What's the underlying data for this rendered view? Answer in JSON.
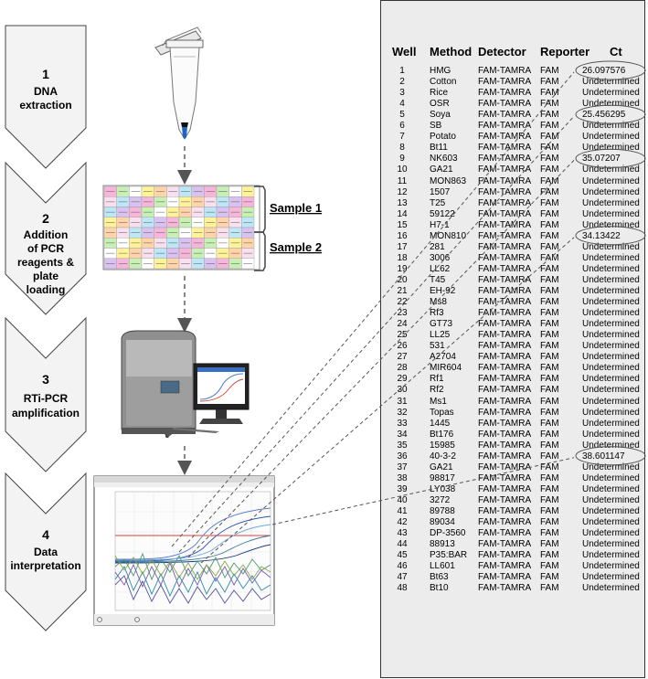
{
  "steps": [
    {
      "num": "1",
      "lines": [
        "DNA",
        "extraction"
      ]
    },
    {
      "num": "2",
      "lines": [
        "Addition",
        "of PCR",
        "reagents &",
        "plate",
        "loading"
      ]
    },
    {
      "num": "3",
      "lines": [
        "RTi-PCR",
        "amplification"
      ]
    },
    {
      "num": "4",
      "lines": [
        "Data",
        "interpretation"
      ]
    }
  ],
  "samples": [
    "Sample 1",
    "Sample 2"
  ],
  "table": {
    "headers": {
      "well": "Well",
      "method": "Method",
      "detector": "Detector",
      "reporter": "Reporter",
      "ct": "Ct"
    },
    "rows": [
      {
        "well": "1",
        "method": "HMG",
        "detector": "FAM-TAMRA",
        "reporter": "FAM",
        "ct": "26.097576"
      },
      {
        "well": "2",
        "method": "Cotton",
        "detector": "FAM-TAMRA",
        "reporter": "FAM",
        "ct": "Undetermined"
      },
      {
        "well": "3",
        "method": "Rice",
        "detector": "FAM-TAMRA",
        "reporter": "FAM",
        "ct": "Undetermined"
      },
      {
        "well": "4",
        "method": "OSR",
        "detector": "FAM-TAMRA",
        "reporter": "FAM",
        "ct": "Undetermined"
      },
      {
        "well": "5",
        "method": "Soya",
        "detector": "FAM-TAMRA",
        "reporter": "FAM",
        "ct": "25.456295"
      },
      {
        "well": "6",
        "method": "SB",
        "detector": "FAM-TAMRA",
        "reporter": "FAM",
        "ct": "Undetermined"
      },
      {
        "well": "7",
        "method": "Potato",
        "detector": "FAM-TAMRA",
        "reporter": "FAM",
        "ct": "Undetermined"
      },
      {
        "well": "8",
        "method": "Bt11",
        "detector": "FAM-TAMRA",
        "reporter": "FAM",
        "ct": "Undetermined"
      },
      {
        "well": "9",
        "method": "NK603",
        "detector": "FAM-TAMRA",
        "reporter": "FAM",
        "ct": "35.07207"
      },
      {
        "well": "10",
        "method": "GA21",
        "detector": "FAM-TAMRA",
        "reporter": "FAM",
        "ct": "Undetermined"
      },
      {
        "well": "11",
        "method": "MON863",
        "detector": "FAM-TAMRA",
        "reporter": "FAM",
        "ct": "Undetermined"
      },
      {
        "well": "12",
        "method": "1507",
        "detector": "FAM-TAMRA",
        "reporter": "FAM",
        "ct": "Undetermined"
      },
      {
        "well": "13",
        "method": "T25",
        "detector": "FAM-TAMRA",
        "reporter": "FAM",
        "ct": "Undetermined"
      },
      {
        "well": "14",
        "method": "59122",
        "detector": "FAM-TAMRA",
        "reporter": "FAM",
        "ct": "Undetermined"
      },
      {
        "well": "15",
        "method": "H7-1",
        "detector": "FAM-TAMRA",
        "reporter": "FAM",
        "ct": "Undetermined"
      },
      {
        "well": "16",
        "method": "MON810",
        "detector": "FAM-TAMRA",
        "reporter": "FAM",
        "ct": "34.13422"
      },
      {
        "well": "17",
        "method": "281",
        "detector": "FAM-TAMRA",
        "reporter": "FAM",
        "ct": "Undetermined"
      },
      {
        "well": "18",
        "method": "3006",
        "detector": "FAM-TAMRA",
        "reporter": "FAM",
        "ct": "Undetermined"
      },
      {
        "well": "19",
        "method": "LL62",
        "detector": "FAM-TAMRA",
        "reporter": "FAM",
        "ct": "Undetermined"
      },
      {
        "well": "20",
        "method": "T45",
        "detector": "FAM-TAMRA",
        "reporter": "FAM",
        "ct": "Undetermined"
      },
      {
        "well": "21",
        "method": "EH-92",
        "detector": "FAM-TAMRA",
        "reporter": "FAM",
        "ct": "Undetermined"
      },
      {
        "well": "22",
        "method": "Ms8",
        "detector": "FAM-TAMRA",
        "reporter": "FAM",
        "ct": "Undetermined"
      },
      {
        "well": "23",
        "method": "Rf3",
        "detector": "FAM-TAMRA",
        "reporter": "FAM",
        "ct": "Undetermined"
      },
      {
        "well": "24",
        "method": "GT73",
        "detector": "FAM-TAMRA",
        "reporter": "FAM",
        "ct": "Undetermined"
      },
      {
        "well": "25",
        "method": "LL25",
        "detector": "FAM-TAMRA",
        "reporter": "FAM",
        "ct": "Undetermined"
      },
      {
        "well": "26",
        "method": "531",
        "detector": "FAM-TAMRA",
        "reporter": "FAM",
        "ct": "Undetermined"
      },
      {
        "well": "27",
        "method": "A2704",
        "detector": "FAM-TAMRA",
        "reporter": "FAM",
        "ct": "Undetermined"
      },
      {
        "well": "28",
        "method": "MIR604",
        "detector": "FAM-TAMRA",
        "reporter": "FAM",
        "ct": "Undetermined"
      },
      {
        "well": "29",
        "method": "Rf1",
        "detector": "FAM-TAMRA",
        "reporter": "FAM",
        "ct": "Undetermined"
      },
      {
        "well": "30",
        "method": "Rf2",
        "detector": "FAM-TAMRA",
        "reporter": "FAM",
        "ct": "Undetermined"
      },
      {
        "well": "31",
        "method": "Ms1",
        "detector": "FAM-TAMRA",
        "reporter": "FAM",
        "ct": "Undetermined"
      },
      {
        "well": "32",
        "method": "Topas",
        "detector": "FAM-TAMRA",
        "reporter": "FAM",
        "ct": "Undetermined"
      },
      {
        "well": "33",
        "method": "1445",
        "detector": "FAM-TAMRA",
        "reporter": "FAM",
        "ct": "Undetermined"
      },
      {
        "well": "34",
        "method": "Bt176",
        "detector": "FAM-TAMRA",
        "reporter": "FAM",
        "ct": "Undetermined"
      },
      {
        "well": "35",
        "method": "15985",
        "detector": "FAM-TAMRA",
        "reporter": "FAM",
        "ct": "Undetermined"
      },
      {
        "well": "36",
        "method": "40-3-2",
        "detector": "FAM-TAMRA",
        "reporter": "FAM",
        "ct": "38.601147"
      },
      {
        "well": "37",
        "method": "GA21",
        "detector": "FAM-TAMRA",
        "reporter": "FAM",
        "ct": "Undetermined"
      },
      {
        "well": "38",
        "method": "98817",
        "detector": "FAM-TAMRA",
        "reporter": "FAM",
        "ct": "Undetermined"
      },
      {
        "well": "39",
        "method": "LY038",
        "detector": "FAM-TAMRA",
        "reporter": "FAM",
        "ct": "Undetermined"
      },
      {
        "well": "40",
        "method": "3272",
        "detector": "FAM-TAMRA",
        "reporter": "FAM",
        "ct": "Undetermined"
      },
      {
        "well": "41",
        "method": "89788",
        "detector": "FAM-TAMRA",
        "reporter": "FAM",
        "ct": "Undetermined"
      },
      {
        "well": "42",
        "method": "89034",
        "detector": "FAM-TAMRA",
        "reporter": "FAM",
        "ct": "Undetermined"
      },
      {
        "well": "43",
        "method": "DP-3560",
        "detector": "FAM-TAMRA",
        "reporter": "FAM",
        "ct": "Undetermined"
      },
      {
        "well": "44",
        "method": "88913",
        "detector": "FAM-TAMRA",
        "reporter": "FAM",
        "ct": "Undetermined"
      },
      {
        "well": "45",
        "method": "P35:BAR",
        "detector": "FAM-TAMRA",
        "reporter": "FAM",
        "ct": "Undetermined"
      },
      {
        "well": "46",
        "method": "LL601",
        "detector": "FAM-TAMRA",
        "reporter": "FAM",
        "ct": "Undetermined"
      },
      {
        "well": "47",
        "method": "Bt63",
        "detector": "FAM-TAMRA",
        "reporter": "FAM",
        "ct": "Undetermined"
      },
      {
        "well": "48",
        "method": "Bt10",
        "detector": "FAM-TAMRA",
        "reporter": "FAM",
        "ct": "Undetermined"
      }
    ]
  },
  "highlighted_wells": [
    "1",
    "5",
    "9",
    "16",
    "36"
  ],
  "colors": {
    "arrow_fill": "#f3f3f3",
    "panel_bg": "#ececec",
    "threshold_line": "#e23b3b",
    "plate_pink": "#f6b6d9",
    "plate_yellow": "#fff39a"
  },
  "icons": [
    "microcentrifuge-tube-icon",
    "pcr-plate-icon",
    "thermal-cycler-icon",
    "computer-monitor-icon",
    "amplification-plot-icon"
  ]
}
